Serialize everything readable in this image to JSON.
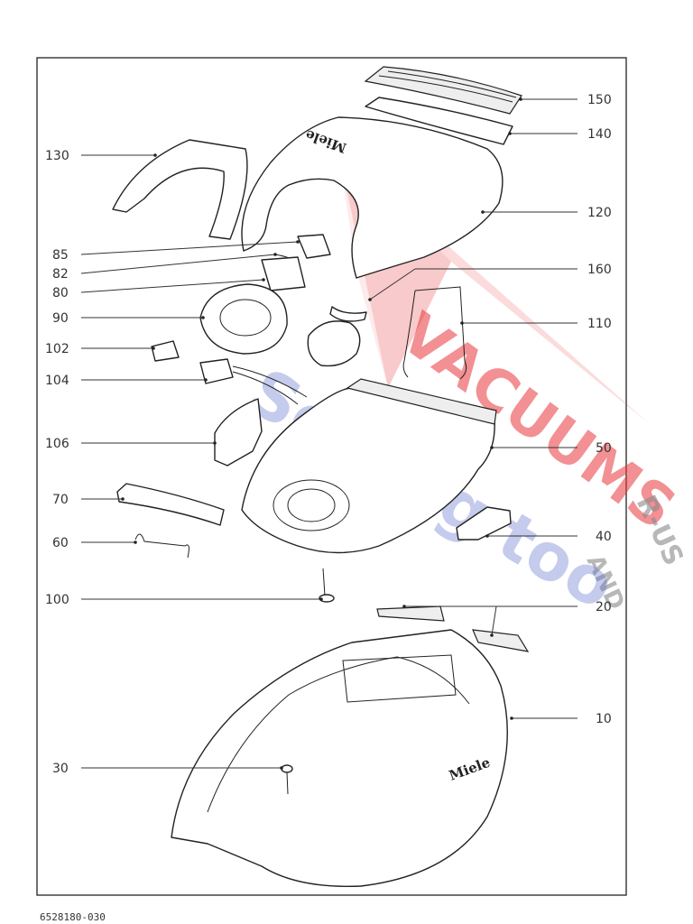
{
  "drawing_number": "6528180-030",
  "brand_text": "Miele",
  "watermark": {
    "main": "VACUUMS",
    "suffix": "R-US",
    "and": "AND",
    "line2": "Sewing too",
    "colors": {
      "red": "#e8363b",
      "blue": "#5c6cc9",
      "gray": "#8a8a8a"
    }
  },
  "callouts": [
    {
      "label": "150",
      "side": "right"
    },
    {
      "label": "140",
      "side": "right"
    },
    {
      "label": "130",
      "side": "left"
    },
    {
      "label": "120",
      "side": "right"
    },
    {
      "label": "85",
      "side": "left"
    },
    {
      "label": "82",
      "side": "left"
    },
    {
      "label": "80",
      "side": "left"
    },
    {
      "label": "160",
      "side": "right"
    },
    {
      "label": "90",
      "side": "left"
    },
    {
      "label": "110",
      "side": "right"
    },
    {
      "label": "102",
      "side": "left"
    },
    {
      "label": "104",
      "side": "left"
    },
    {
      "label": "106",
      "side": "left"
    },
    {
      "label": "50",
      "side": "right"
    },
    {
      "label": "70",
      "side": "left"
    },
    {
      "label": "40",
      "side": "right"
    },
    {
      "label": "60",
      "side": "left"
    },
    {
      "label": "100",
      "side": "left"
    },
    {
      "label": "20",
      "side": "right"
    },
    {
      "label": "10",
      "side": "right"
    },
    {
      "label": "30",
      "side": "left"
    }
  ]
}
